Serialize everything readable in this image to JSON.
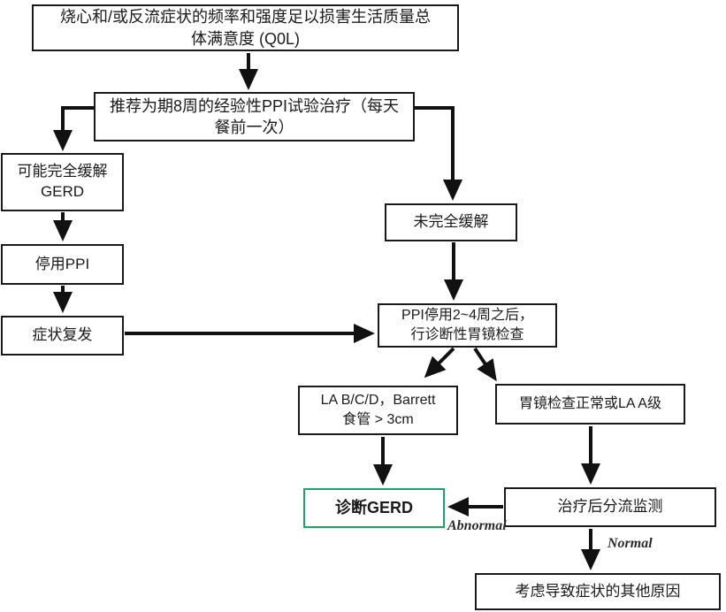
{
  "diagram": {
    "title": "GERD diagnosis flowchart",
    "nodes": {
      "qol": {
        "text": "烧心和/或反流症状的频率和强度足以损害生活质量总\n体满意度 (Q0L)"
      },
      "ppi_trial": {
        "text": "推荐为期8周的经验性PPI试验治疗（每天\n餐前一次）"
      },
      "possible_remission": {
        "text": "可能完全缓解\nGERD"
      },
      "stop_ppi": {
        "text": "停用PPI"
      },
      "symptom_relapse": {
        "text": "症状复发"
      },
      "not_fully_relieved": {
        "text": "未完全缓解"
      },
      "diagnostic_endoscopy": {
        "text": "PPI停用2~4周之后，\n行诊断性胃镜检查"
      },
      "la_bcd_barrett": {
        "text": "LA B/C/D，Barrett\n食管 > 3cm"
      },
      "normal_endoscopy_la_a": {
        "text": "胃镜检查正常或LA A级"
      },
      "diagnose_gerd": {
        "text": "诊断GERD"
      },
      "post_treatment_monitoring": {
        "text": "治疗后分流监测"
      },
      "other_causes": {
        "text": "考虑导致症状的其他原因"
      }
    },
    "edge_labels": {
      "abnormal": "Abnormal",
      "normal": "Normal"
    },
    "colors": {
      "box_border": "#1a1a1a",
      "highlight_border": "#1aa564",
      "arrow": "#111111",
      "background": "#ffffff"
    }
  }
}
